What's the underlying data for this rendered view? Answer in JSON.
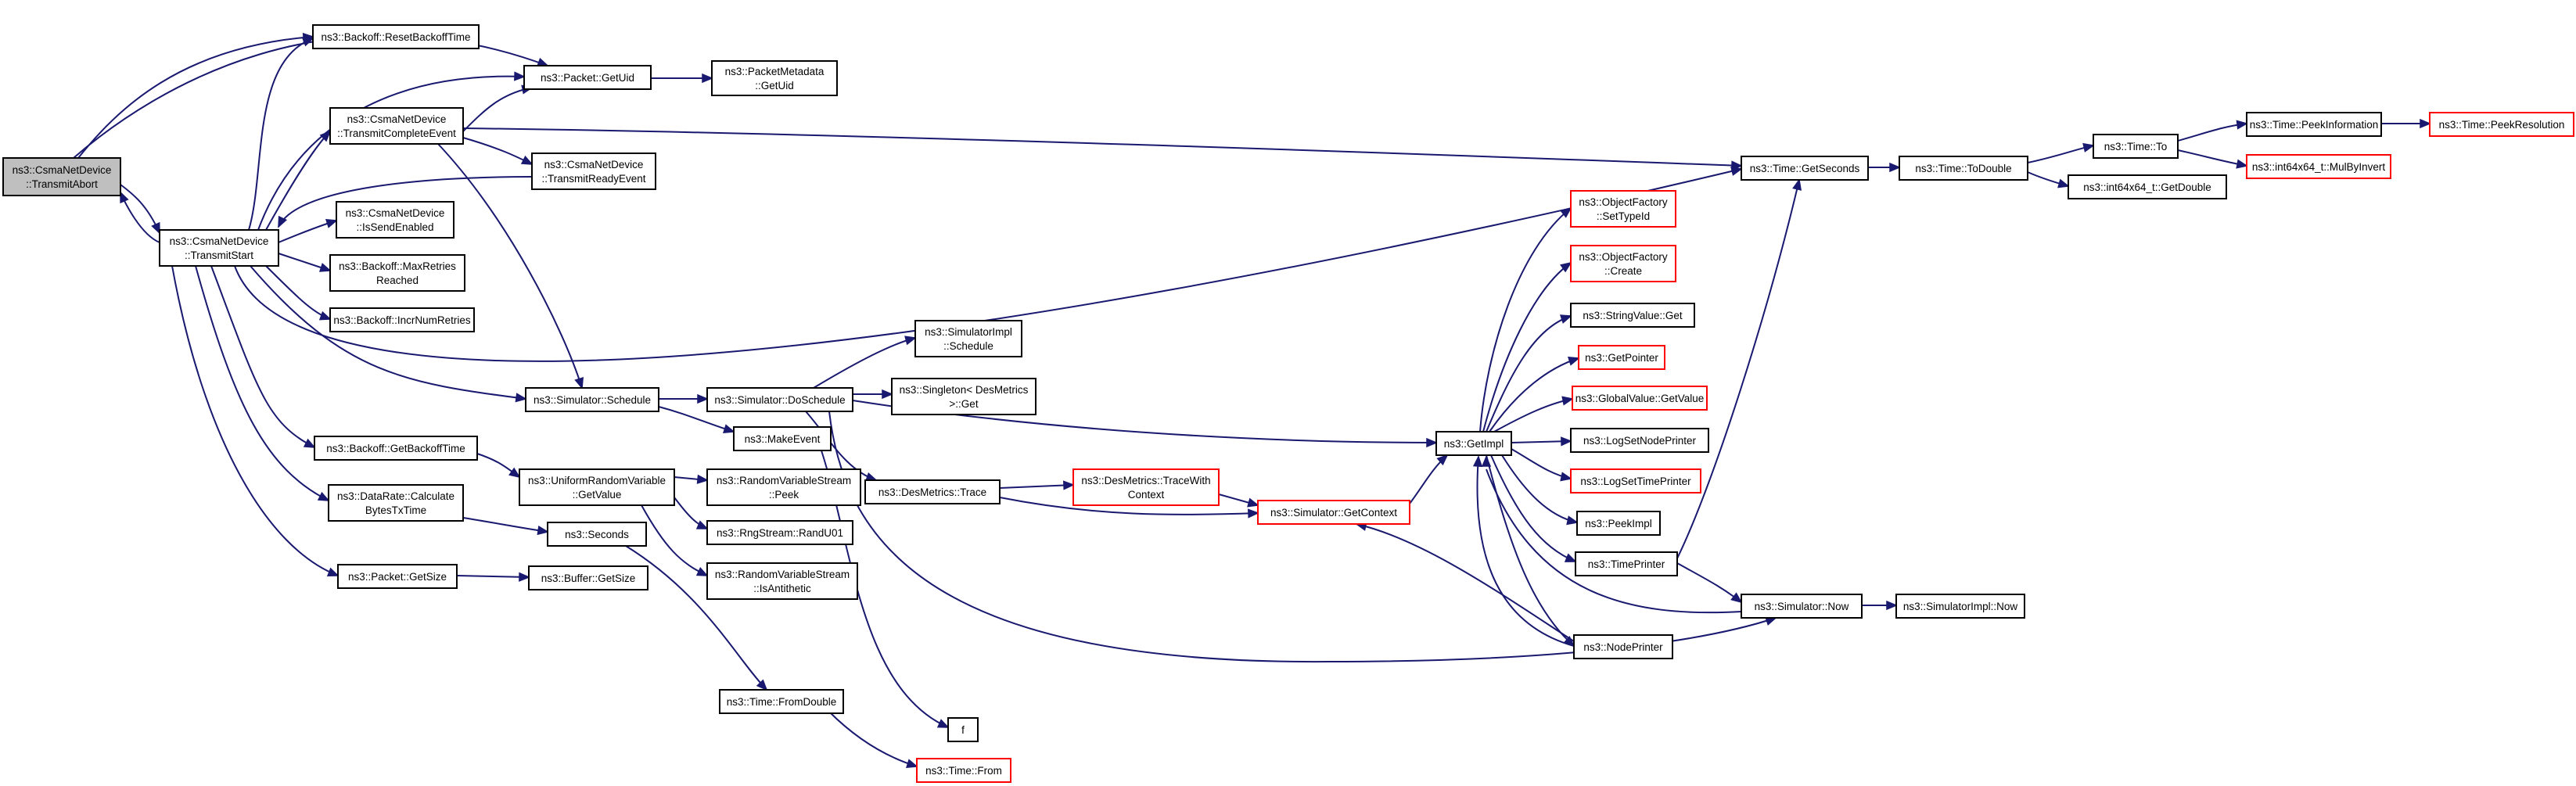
{
  "colors": {
    "edge": "#191970",
    "node_border": "#000000",
    "node_border_incomplete": "#ff0000",
    "root_fill": "#bfbfbf",
    "node_fill": "#ffffff"
  },
  "nodes": [
    {
      "id": "n0",
      "lines": [
        "ns3::CsmaNetDevice",
        "::TransmitAbort"
      ],
      "root": true
    },
    {
      "id": "n1",
      "lines": [
        "ns3::Backoff::ResetBackoffTime"
      ]
    },
    {
      "id": "n2",
      "lines": [
        "ns3::Packet::GetUid"
      ]
    },
    {
      "id": "n3",
      "lines": [
        "ns3::PacketMetadata",
        "::GetUid"
      ]
    },
    {
      "id": "n4",
      "lines": [
        "ns3::CsmaNetDevice",
        "::TransmitStart"
      ]
    },
    {
      "id": "n5",
      "lines": [
        "ns3::CsmaNetDevice",
        "::TransmitCompleteEvent"
      ]
    },
    {
      "id": "n6",
      "lines": [
        "ns3::CsmaNetDevice",
        "::TransmitReadyEvent"
      ]
    },
    {
      "id": "n7",
      "lines": [
        "ns3::CsmaNetDevice",
        "::IsSendEnabled"
      ]
    },
    {
      "id": "n8",
      "lines": [
        "ns3::Backoff::MaxRetries",
        "Reached"
      ]
    },
    {
      "id": "n9",
      "lines": [
        "ns3::Backoff::IncrNumRetries"
      ]
    },
    {
      "id": "n10",
      "lines": [
        "ns3::Simulator::Schedule"
      ]
    },
    {
      "id": "n11",
      "lines": [
        "ns3::Simulator::DoSchedule"
      ]
    },
    {
      "id": "n12",
      "lines": [
        "ns3::SimulatorImpl",
        "::Schedule"
      ]
    },
    {
      "id": "n13",
      "lines": [
        "ns3::Singleton< DesMetrics",
        " >::Get"
      ]
    },
    {
      "id": "n14",
      "lines": [
        "ns3::MakeEvent"
      ]
    },
    {
      "id": "n15",
      "lines": [
        "ns3::DesMetrics::Trace"
      ]
    },
    {
      "id": "n16",
      "lines": [
        "ns3::DesMetrics::TraceWith",
        "Context"
      ],
      "incomplete": true
    },
    {
      "id": "n17",
      "lines": [
        "ns3::Simulator::GetContext"
      ],
      "incomplete": true
    },
    {
      "id": "n18",
      "lines": [
        "ns3::Backoff::GetBackoffTime"
      ]
    },
    {
      "id": "n19",
      "lines": [
        "ns3::UniformRandomVariable",
        "::GetValue"
      ]
    },
    {
      "id": "n20",
      "lines": [
        "ns3::RandomVariableStream",
        "::Peek"
      ]
    },
    {
      "id": "n21",
      "lines": [
        "ns3::RngStream::RandU01"
      ]
    },
    {
      "id": "n22",
      "lines": [
        "ns3::RandomVariableStream",
        "::IsAntithetic"
      ]
    },
    {
      "id": "n23",
      "lines": [
        "ns3::DataRate::Calculate",
        "BytesTxTime"
      ]
    },
    {
      "id": "n24",
      "lines": [
        "ns3::Seconds"
      ]
    },
    {
      "id": "n25",
      "lines": [
        "ns3::Packet::GetSize"
      ]
    },
    {
      "id": "n26",
      "lines": [
        "ns3::Buffer::GetSize"
      ]
    },
    {
      "id": "n27",
      "lines": [
        "ns3::Time::FromDouble"
      ]
    },
    {
      "id": "n28",
      "lines": [
        "f"
      ]
    },
    {
      "id": "n29",
      "lines": [
        "ns3::Time::From"
      ],
      "incomplete": true
    },
    {
      "id": "n30",
      "lines": [
        "ns3::Time::GetSeconds"
      ]
    },
    {
      "id": "n31",
      "lines": [
        "ns3::Time::ToDouble"
      ]
    },
    {
      "id": "n32",
      "lines": [
        "ns3::Time::To"
      ]
    },
    {
      "id": "n33",
      "lines": [
        "ns3::int64x64_t::GetDouble"
      ]
    },
    {
      "id": "n34",
      "lines": [
        "ns3::Time::PeekInformation"
      ]
    },
    {
      "id": "n35",
      "lines": [
        "ns3::Time::PeekResolution"
      ],
      "incomplete": true
    },
    {
      "id": "n36",
      "lines": [
        "ns3::int64x64_t::MulByInvert"
      ],
      "incomplete": true
    },
    {
      "id": "n37",
      "lines": [
        "ns3::GetImpl"
      ]
    },
    {
      "id": "n38",
      "lines": [
        "ns3::ObjectFactory",
        "::SetTypeId"
      ],
      "incomplete": true
    },
    {
      "id": "n39",
      "lines": [
        "ns3::ObjectFactory",
        "::Create"
      ],
      "incomplete": true
    },
    {
      "id": "n40",
      "lines": [
        "ns3::StringValue::Get"
      ]
    },
    {
      "id": "n41",
      "lines": [
        "ns3::GetPointer"
      ],
      "incomplete": true
    },
    {
      "id": "n42",
      "lines": [
        "ns3::GlobalValue::GetValue"
      ],
      "incomplete": true
    },
    {
      "id": "n43",
      "lines": [
        "ns3::LogSetNodePrinter"
      ]
    },
    {
      "id": "n44",
      "lines": [
        "ns3::LogSetTimePrinter"
      ],
      "incomplete": true
    },
    {
      "id": "n45",
      "lines": [
        "ns3::PeekImpl"
      ]
    },
    {
      "id": "n46",
      "lines": [
        "ns3::TimePrinter"
      ]
    },
    {
      "id": "n47",
      "lines": [
        "ns3::Simulator::Now"
      ]
    },
    {
      "id": "n48",
      "lines": [
        "ns3::SimulatorImpl::Now"
      ]
    },
    {
      "id": "n49",
      "lines": [
        "ns3::NodePrinter"
      ]
    }
  ]
}
